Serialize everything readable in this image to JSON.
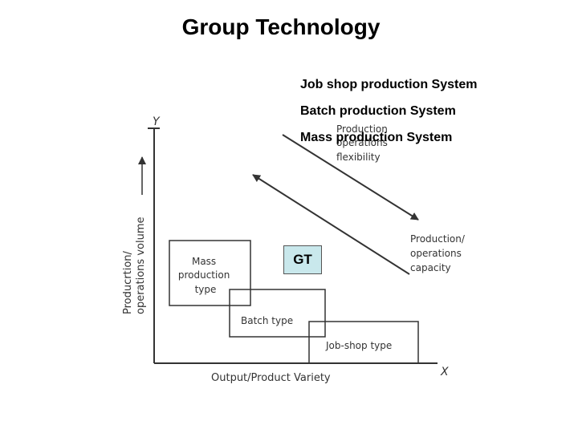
{
  "title": "Group Technology",
  "systems": [
    "Job shop production System",
    "Batch production System",
    "Mass production System"
  ],
  "gt_label": "GT",
  "diagram": {
    "y_axis_letter": "Y",
    "x_axis_letter": "X",
    "y_label_lines": [
      "Producrtion/",
      "operations volume"
    ],
    "x_label": "Output/Product Variety",
    "flexibility_lines": [
      "Production",
      "operations",
      "flexibility"
    ],
    "capacity_lines": [
      "Production/",
      "operations",
      "capacity"
    ],
    "mass_lines": [
      "Mass",
      "production",
      "type"
    ],
    "batch_label": "Batch type",
    "jobshop_label": "Job-shop type"
  }
}
